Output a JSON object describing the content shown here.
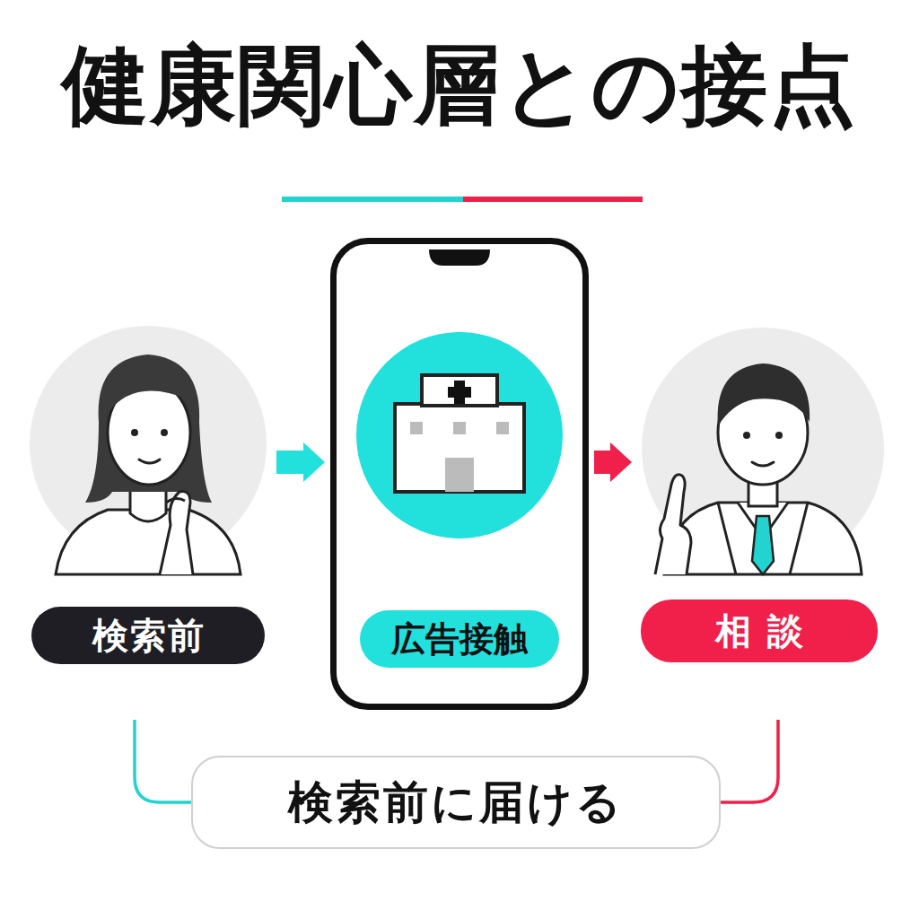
{
  "diagram": {
    "title": "健康関心層との接点",
    "nodes": [
      {
        "text": [
          "検索前"
        ]
      },
      {
        "text": [
          "広告接触"
        ]
      },
      {
        "text": [
          "相談"
        ]
      },
      {
        "text": [
          "検索前に届ける"
        ]
      }
    ],
    "edges": [
      {
        "from": 0,
        "to": 1,
        "arrow": "to"
      },
      {
        "from": 1,
        "to": 2,
        "arrow": "to"
      },
      {
        "from": 0,
        "to": 3,
        "arrow": "none"
      },
      {
        "from": 2,
        "to": 3,
        "arrow": "none"
      }
    ]
  }
}
